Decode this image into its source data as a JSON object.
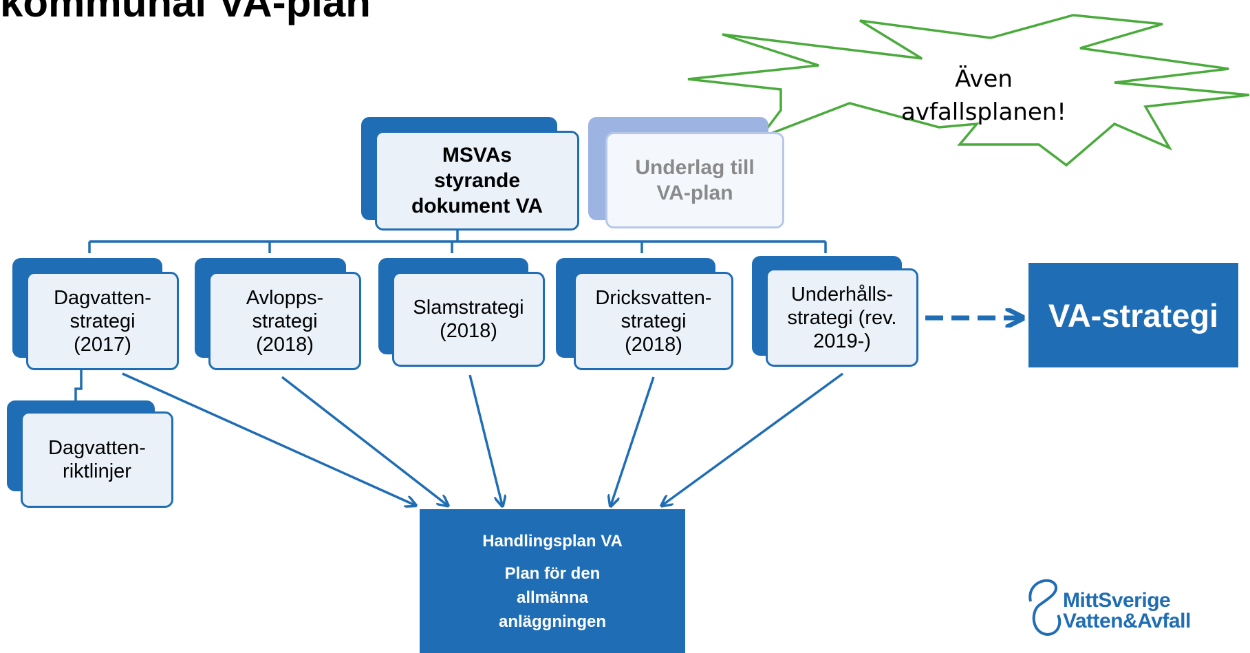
{
  "title": "kommunal VA-plan",
  "callout": "Även\navfallsplanen!",
  "top_box": "MSVAs\nstyrande\ndokument VA",
  "side_box": "Underlag till\nVA-plan",
  "strategies": [
    "Dagvatten-\nstrategi\n(2017)",
    "Avlopps-\nstrategi\n(2018)",
    "Slamstrategi\n(2018)",
    "Dricksvatten-\nstrategi\n(2018)",
    "Underhålls-\nstrategi (rev.\n2019-)"
  ],
  "sub_box": "Dagvatten-\nriktlinjer",
  "va_strategi": "VA-strategi",
  "action_plan": {
    "heading": "Handlingsplan VA",
    "body": "Plan för den\nallmänna\nanläggningen"
  },
  "logo": {
    "line1": "MittSverige",
    "line2": "Vatten&Avfall"
  },
  "colors": {
    "primary": "#1f6db4",
    "callout": "#4aab3c",
    "faded": "#9db3e2"
  }
}
